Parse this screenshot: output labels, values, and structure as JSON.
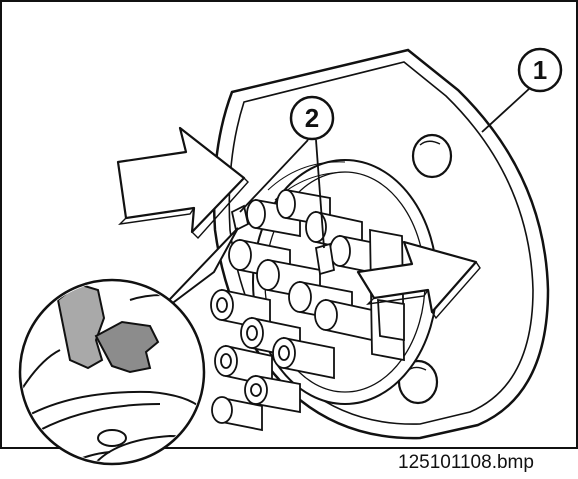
{
  "figure": {
    "filename": "125101108.bmp",
    "callouts": [
      {
        "number": "1",
        "target": "mounting-flange"
      },
      {
        "number": "2",
        "target": "pin-locking-clips"
      }
    ]
  },
  "colors": {
    "line": "#111111",
    "background": "#ffffff",
    "arrow_fill": "#ffffff",
    "shade": "#a9a9a9",
    "shade_dark": "#8c8c8c"
  }
}
